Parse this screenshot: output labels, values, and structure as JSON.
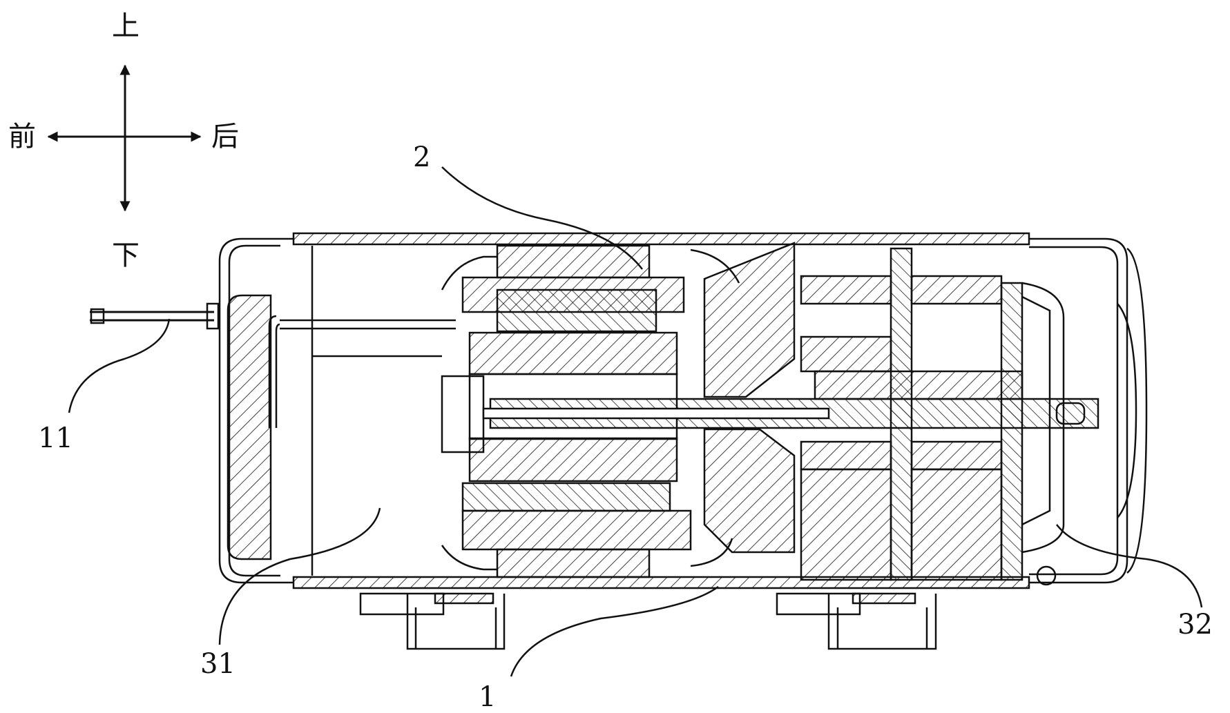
{
  "directions": {
    "up": "上",
    "down": "下",
    "front": "前",
    "back": "后"
  },
  "labels": {
    "l2": "2",
    "l11": "11",
    "l31": "31",
    "l1": "1",
    "l32": "32"
  },
  "colors": {
    "ink": "#111111",
    "paper": "#ffffff"
  }
}
